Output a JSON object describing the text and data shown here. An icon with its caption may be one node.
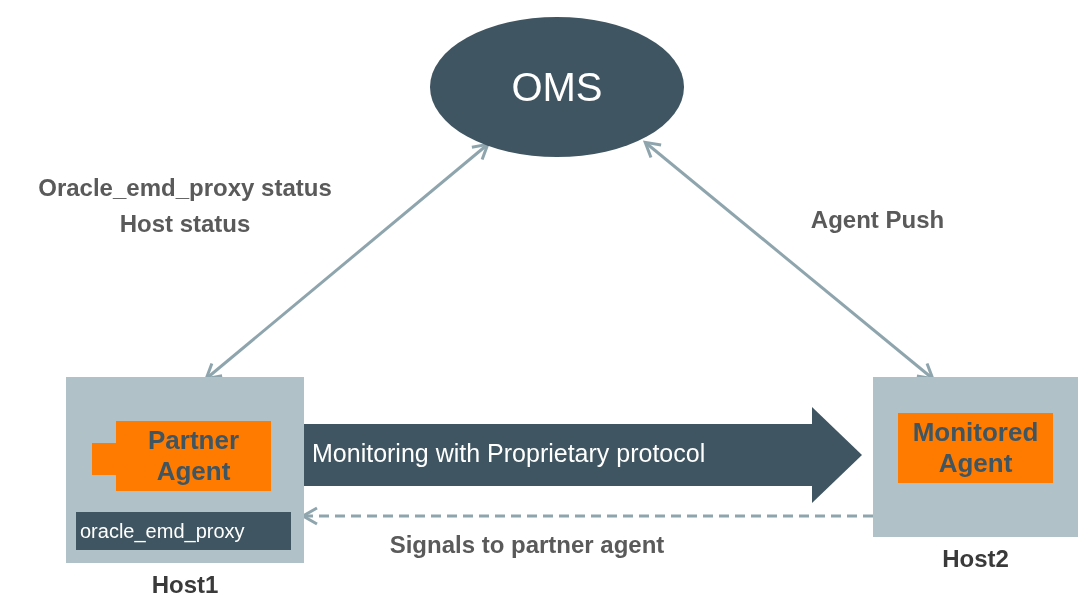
{
  "diagram": {
    "nodes": [
      {
        "text": [
          "OMS"
        ]
      },
      {
        "text": [
          "Host1"
        ]
      },
      {
        "text": [
          "Partner Agent"
        ],
        "in": 1
      },
      {
        "text": [
          "oracle_emd_proxy"
        ],
        "in": 1
      },
      {
        "text": [
          "Host2"
        ]
      },
      {
        "text": [
          "Monitored Agent"
        ],
        "in": 4
      }
    ],
    "edges": [
      {
        "from": 0,
        "to": 1,
        "arrow": "both",
        "label": "Oracle_emd_proxy status Host status"
      },
      {
        "from": 0,
        "to": 4,
        "arrow": "both",
        "label": "Agent Push"
      },
      {
        "from": 1,
        "to": 4,
        "arrow": "to",
        "style": "thick",
        "color": "#3f5561",
        "label": "Monitoring with Proprietary protocol"
      },
      {
        "from": 4,
        "to": 1,
        "arrow": "to",
        "style": "dashed",
        "label": "Signals to partner agent"
      }
    ]
  }
}
